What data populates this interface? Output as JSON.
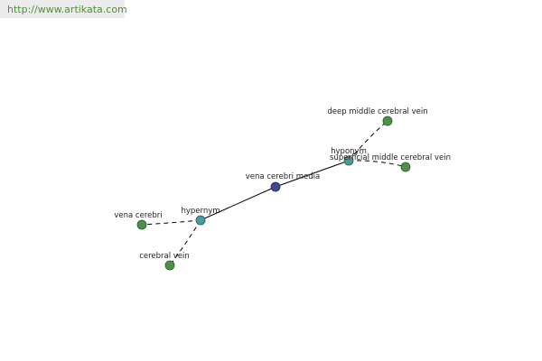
{
  "site": {
    "url": "http://www.artikata.com"
  },
  "colors": {
    "center_node": "#3d4a8c",
    "relation_node": "#4a9a9a",
    "leaf_node": "#4f8f4a",
    "edge": "#000000",
    "url_text": "#4f8f3a"
  },
  "graph": {
    "nodes": {
      "center": "vena cerebri media",
      "hyponym": "hyponym",
      "hypernym": "hypernym",
      "deep": "deep middle cerebral vein",
      "superficial": "superficial middle cerebral vein",
      "vena_cerebri": "vena cerebri",
      "cerebral_vein": "cerebral vein"
    },
    "edges": [
      {
        "from": "center",
        "to": "hyponym",
        "style": "solid"
      },
      {
        "from": "center",
        "to": "hypernym",
        "style": "solid"
      },
      {
        "from": "hyponym",
        "to": "deep",
        "style": "dashed"
      },
      {
        "from": "hyponym",
        "to": "superficial",
        "style": "dashed"
      },
      {
        "from": "hypernym",
        "to": "vena_cerebri",
        "style": "dashed"
      },
      {
        "from": "hypernym",
        "to": "cerebral_vein",
        "style": "dashed"
      }
    ]
  }
}
